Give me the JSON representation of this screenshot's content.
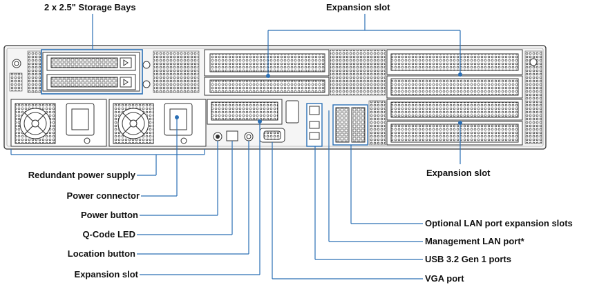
{
  "callouts": {
    "storage_bays": "2 x 2.5\" Storage Bays",
    "expansion_slot_top": "Expansion slot",
    "expansion_slot_right": "Expansion slot",
    "redundant_psu": "Redundant power supply",
    "power_connector": "Power connector",
    "power_button": "Power button",
    "qcode_led": "Q-Code LED",
    "location_button": "Location button",
    "expansion_slot_bottom": "Expansion slot",
    "optional_lan": "Optional LAN port expansion slots",
    "mgmt_lan": "Management LAN port*",
    "usb_ports": "USB 3.2 Gen 1 ports",
    "vga_port": "VGA port"
  },
  "colors": {
    "callout_line": "#2a6fb5",
    "chassis": "#f4f4f4",
    "outline": "#333333",
    "highlight": "#2a6fb5"
  }
}
